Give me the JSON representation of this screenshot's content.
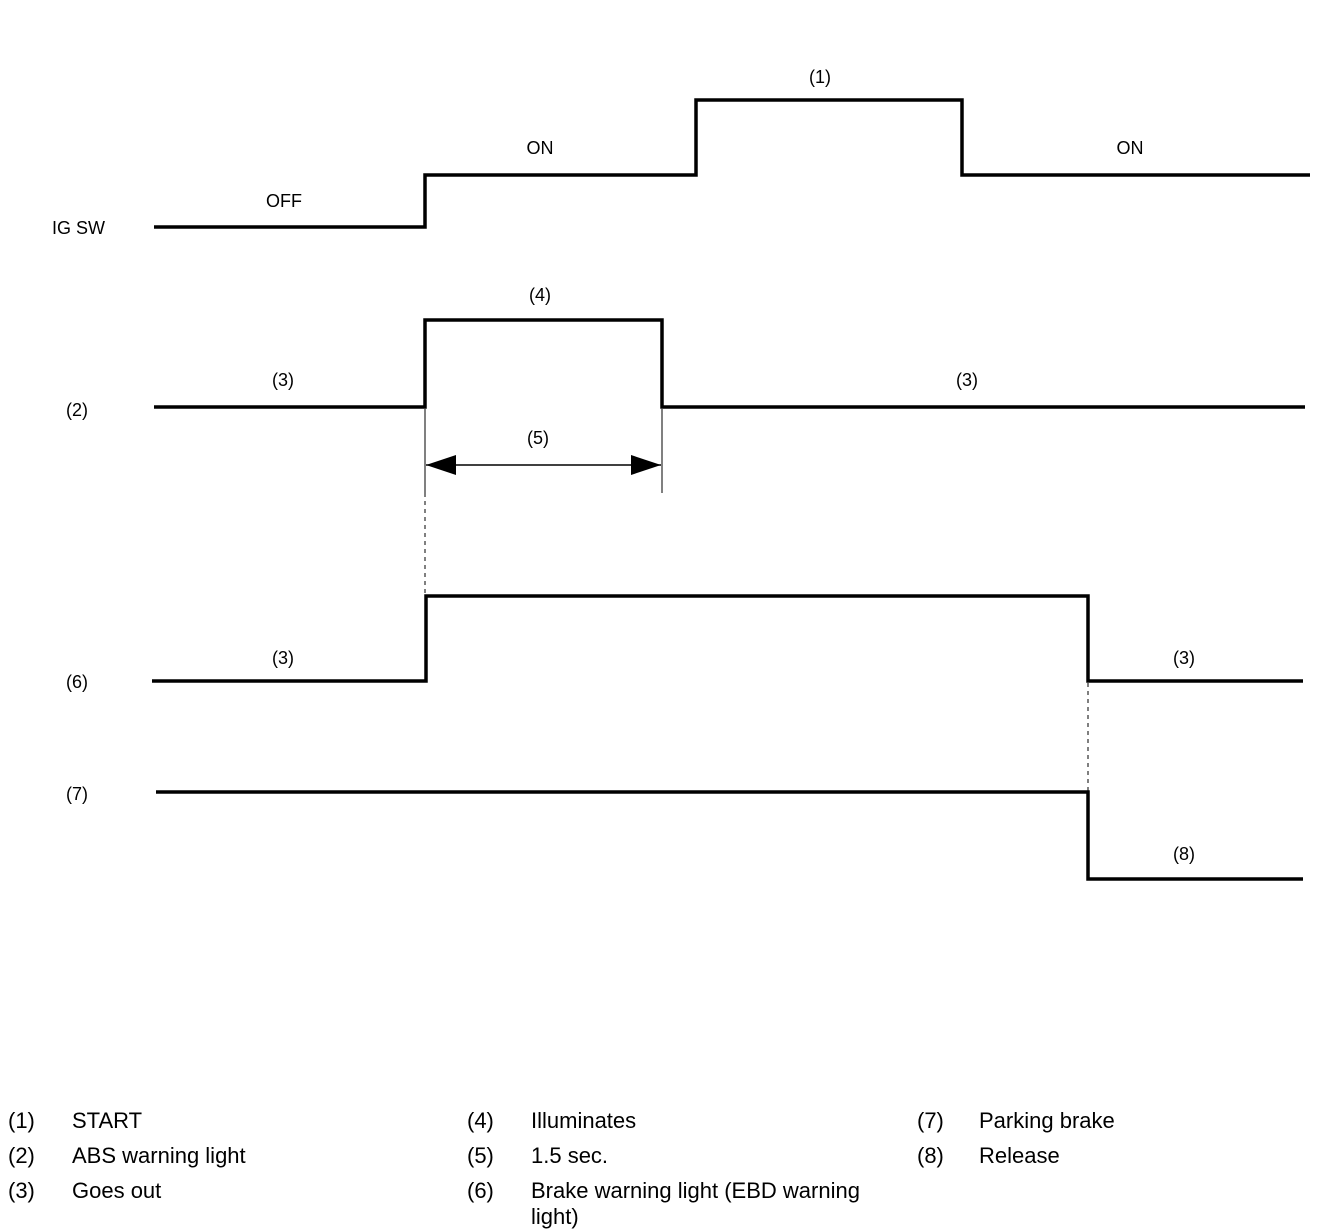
{
  "diagram": {
    "row_labels": {
      "ig_sw": "IG SW",
      "abs_light": "(2)",
      "brake_light": "(6)",
      "parking_brake": "(7)"
    },
    "state_labels": {
      "ig_off": "OFF",
      "ig_on_1": "ON",
      "ig_start": "(1)",
      "ig_on_2": "ON",
      "abs_goes_out_1": "(3)",
      "abs_illuminates": "(4)",
      "abs_goes_out_2": "(3)",
      "duration": "(5)",
      "brake_goes_out_1": "(3)",
      "brake_goes_out_2": "(3)",
      "parking_release": "(8)"
    }
  },
  "legend": [
    {
      "num": "(1)",
      "label": "START"
    },
    {
      "num": "(2)",
      "label": "ABS warning light"
    },
    {
      "num": "(3)",
      "label": "Goes out"
    },
    {
      "num": "(4)",
      "label": "Illuminates"
    },
    {
      "num": "(5)",
      "label": "1.5 sec."
    },
    {
      "num": "(6)",
      "label": "Brake warning light (EBD warning light)"
    },
    {
      "num": "(7)",
      "label": "Parking brake"
    },
    {
      "num": "(8)",
      "label": "Release"
    }
  ]
}
